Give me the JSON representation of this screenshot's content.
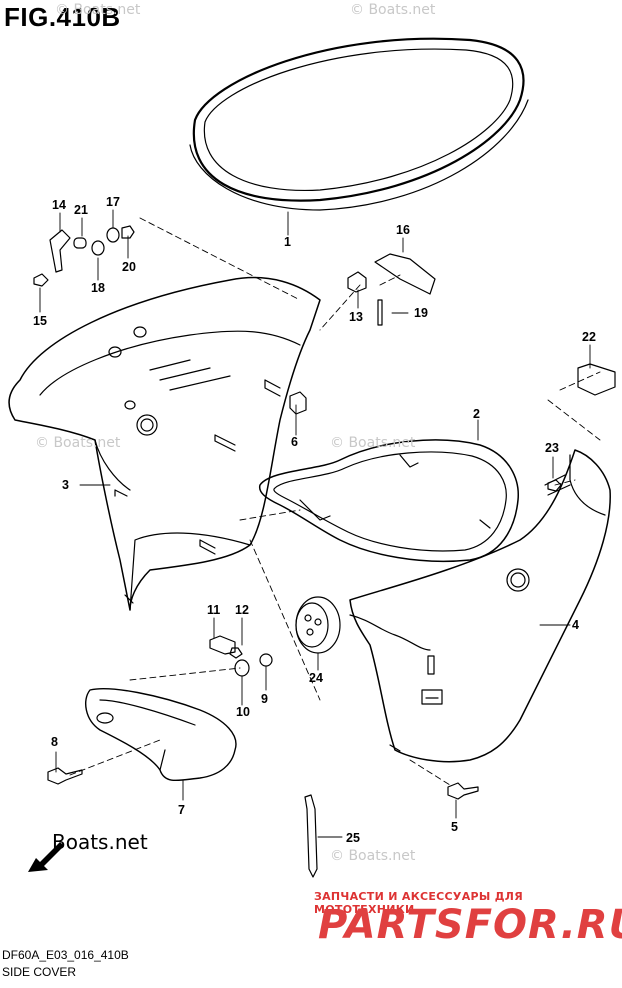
{
  "figure": {
    "title": "FIG.410B",
    "code": "DF60A_E03_016_410B",
    "caption": "SIDE COVER"
  },
  "watermark": {
    "text": "© Boats.net",
    "logo_text": "Boats.net"
  },
  "fwd_icon": "FWD",
  "ad": {
    "text": "ЗАПЧАСТИ И АКСЕССУАРЫ ДЛЯ МОТОТЕХНИКИ",
    "logo": "PARTSFOR.RU",
    "color": "#e04040"
  },
  "callouts": [
    "1",
    "2",
    "3",
    "4",
    "5",
    "6",
    "7",
    "8",
    "9",
    "10",
    "11",
    "12",
    "13",
    "14",
    "15",
    "16",
    "17",
    "18",
    "19",
    "20",
    "21",
    "22",
    "23",
    "24",
    "25"
  ]
}
